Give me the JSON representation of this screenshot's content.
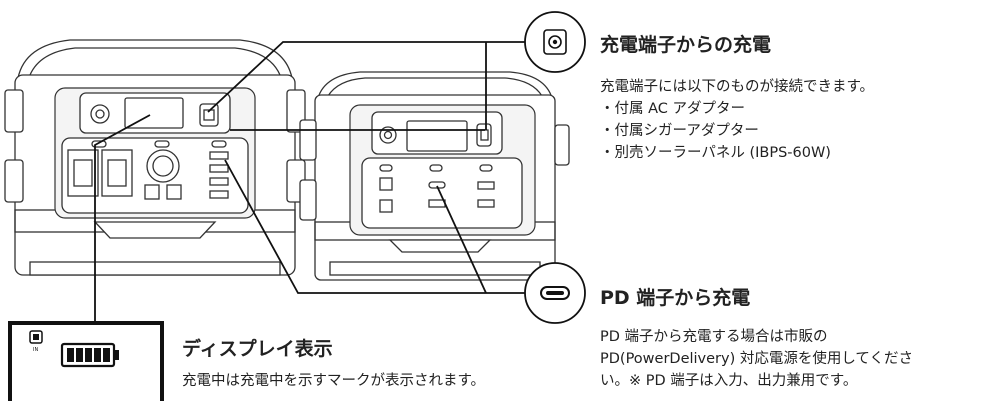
{
  "charging_port": {
    "title": "充電端子からの充電",
    "intro": "充電端子には以下のものが接続できます。",
    "items": [
      "・付属 AC アダプター",
      "・付属シガーアダプター",
      "・別売ソーラーパネル (IBPS-60W)"
    ],
    "icon": "dc-port-icon"
  },
  "pd_port": {
    "title": "PD 端子から充電",
    "lines": [
      "PD 端子から充電する場合は市販の",
      "PD(PowerDelivery) 対応電源を使用してくださ",
      "い。※ PD 端子は入力、出力兼用です。"
    ],
    "icon": "usb-c-port-icon"
  },
  "display": {
    "title": "ディスプレイ表示",
    "text": "充電中は充電中を示すマークが表示されます。",
    "indicator_label": "IN",
    "icon": "battery-charging-icon"
  }
}
